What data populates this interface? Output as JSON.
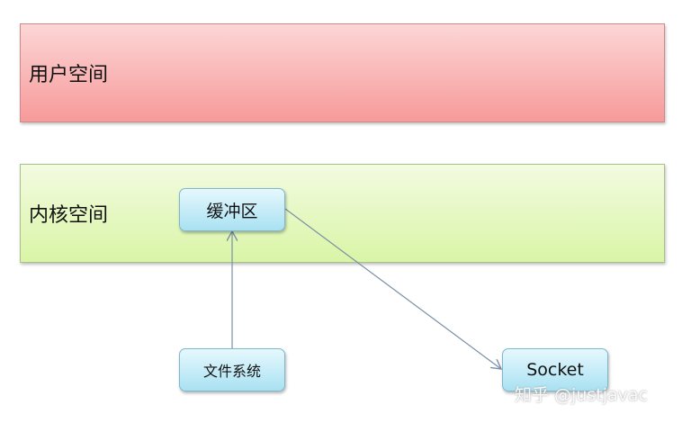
{
  "regions": {
    "user_space": "用户空间",
    "kernel_space": "内核空间"
  },
  "nodes": {
    "buffer": "缓冲区",
    "filesystem": "文件系统",
    "socket": "Socket"
  },
  "watermark": "知乎 @justjavac",
  "colors": {
    "user": "#f79a9a",
    "kernel": "#d9f5a6",
    "node": "#a9e1f2",
    "arrow": "#7a8fa8"
  }
}
